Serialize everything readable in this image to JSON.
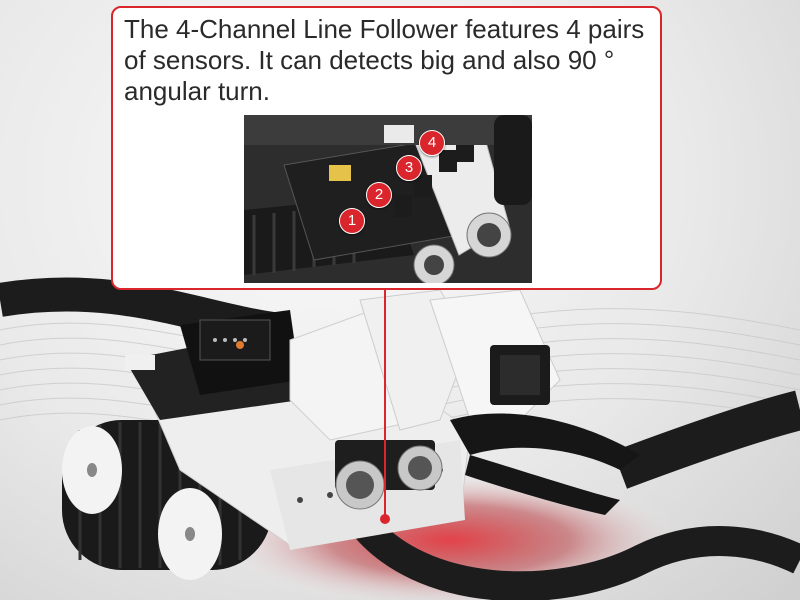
{
  "callout": {
    "text": "The 4-Channel Line Follower features 4 pairs of sensors. It can detects big and also 90 ° angular turn.",
    "badges": [
      "1",
      "2",
      "3",
      "4"
    ]
  },
  "colors": {
    "accent": "#d9252b",
    "track": "#1c1c1c",
    "chassis": "#f2f2f2"
  }
}
